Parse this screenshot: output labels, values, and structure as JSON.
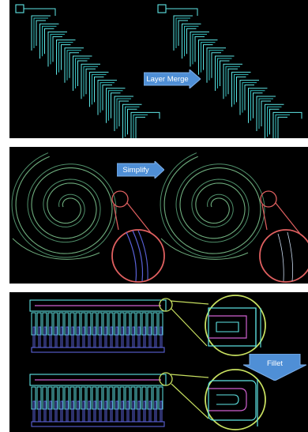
{
  "panels": [
    {
      "operation": "Layer Merge"
    },
    {
      "operation": "Simplify"
    },
    {
      "operation": "Fillet"
    }
  ],
  "colors": {
    "background": "#000000",
    "cyan_trace": "#5fe6e6",
    "cyan_inner": "#2fbfbf",
    "spiral": "#6fae7e",
    "zoom_red": "#e06060",
    "zoom_lime": "#c8e060",
    "comb_blue": "#5a62d8",
    "comb_magenta": "#d060d0",
    "arrow_blue": "#4f8fd6"
  }
}
